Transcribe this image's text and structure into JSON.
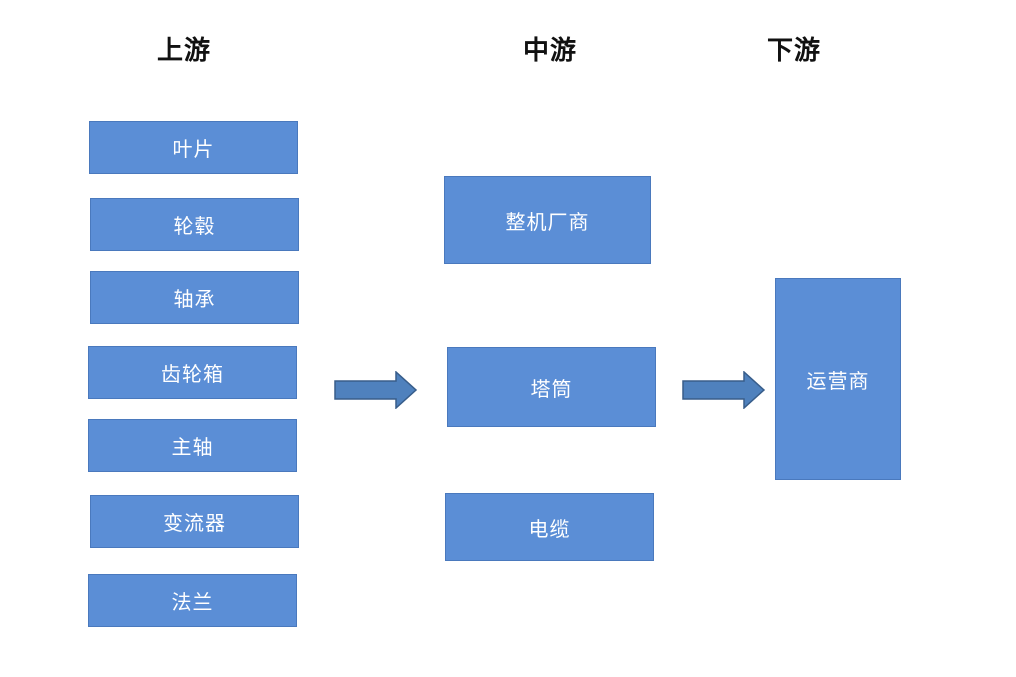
{
  "columns": {
    "upstream": {
      "title": "上游"
    },
    "midstream": {
      "title": "中游"
    },
    "downstream": {
      "title": "下游"
    }
  },
  "upstream_items": [
    "叶片",
    "轮毂",
    "轴承",
    "齿轮箱",
    "主轴",
    "变流器",
    "法兰"
  ],
  "midstream_items": [
    "整机厂商",
    "塔筒",
    "电缆"
  ],
  "downstream_items": [
    "运营商"
  ],
  "colors": {
    "box_fill": "#5b8ed6",
    "box_border": "#4a79bd",
    "arrow_fill": "#4f81bd",
    "arrow_stroke": "#385d8a"
  }
}
